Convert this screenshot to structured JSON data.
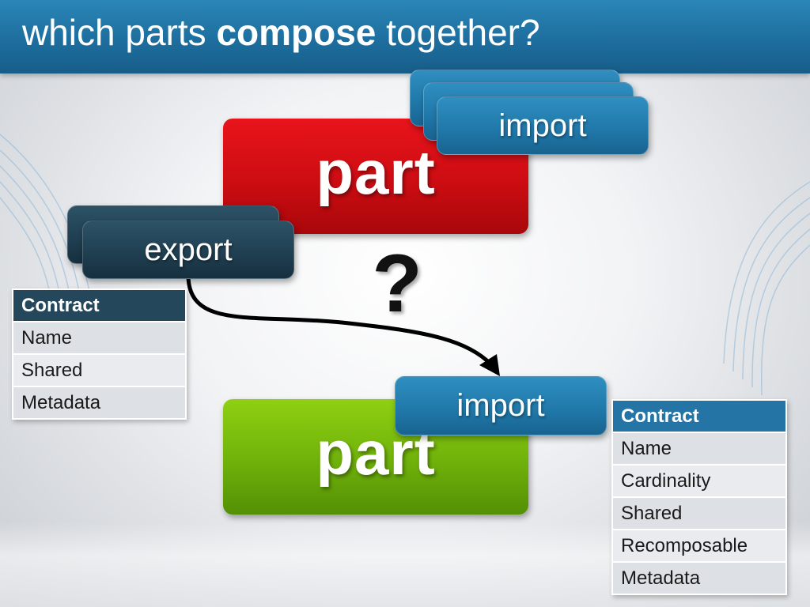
{
  "title": {
    "pre": "which parts ",
    "bold": "compose",
    "post": " together?"
  },
  "parts": {
    "top": {
      "label": "part",
      "color": "#cc0d12"
    },
    "bottom": {
      "label": "part",
      "color": "#6fb10a"
    }
  },
  "imports": {
    "top_label": "import",
    "bottom_label": "import",
    "color": "#1f77a8"
  },
  "export": {
    "label": "export",
    "color": "#1f3e50"
  },
  "question": "?",
  "export_contract": {
    "header": "Contract",
    "rows": [
      "Name",
      "Shared",
      "Metadata"
    ]
  },
  "import_contract": {
    "header": "Contract",
    "rows": [
      "Name",
      "Cardinality",
      "Shared",
      "Recomposable",
      "Metadata"
    ]
  }
}
